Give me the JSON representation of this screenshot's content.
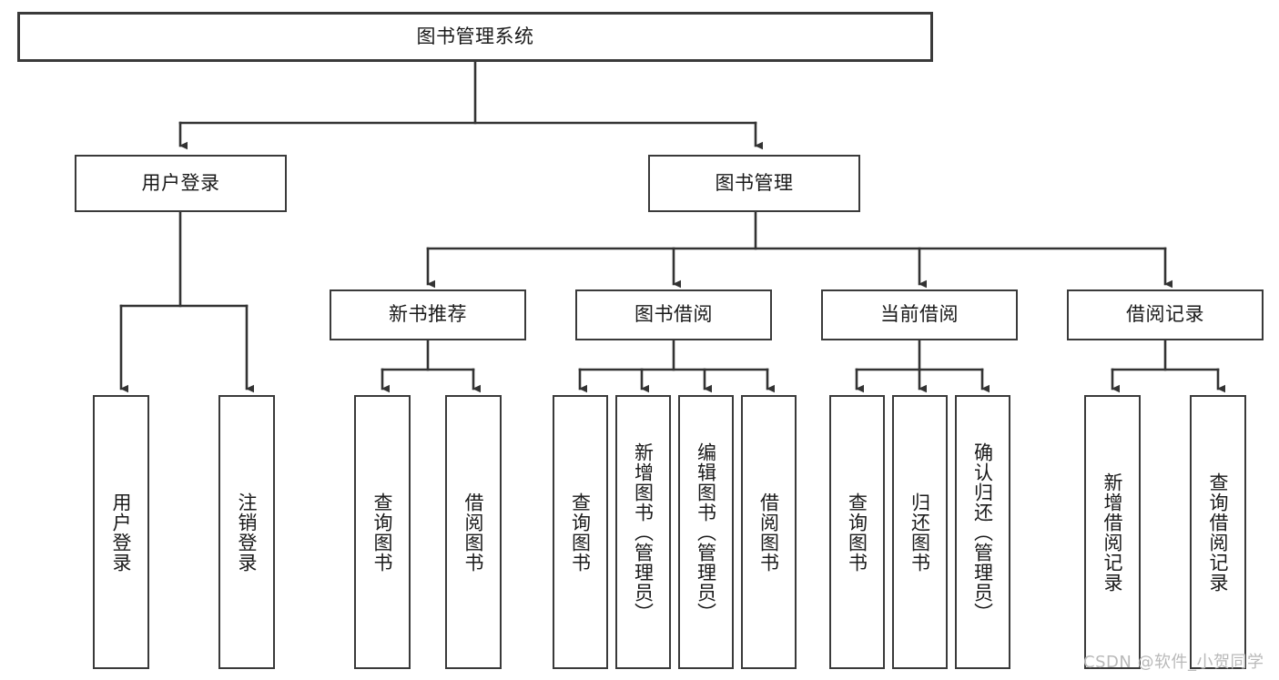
{
  "diagram": {
    "type": "tree-hierarchy-chart",
    "title": "图书管理系统",
    "orientation": "top-down",
    "colors": {
      "background": "#ffffff",
      "box_border": "#3a3a3a",
      "box_fill": "#ffffff",
      "connector": "#333333",
      "text": "#1a1a1a",
      "watermark": "#b9b9b9"
    },
    "watermark": "CSDN @软件_小贺同学",
    "root": {
      "id": "root",
      "label": "图书管理系统",
      "level": 0,
      "orient": "horizontal"
    },
    "level1": [
      {
        "id": "user-login",
        "label": "用户登录",
        "orient": "horizontal"
      },
      {
        "id": "book-manage",
        "label": "图书管理",
        "orient": "horizontal"
      }
    ],
    "level2": [
      {
        "id": "new-book-recommend",
        "label": "新书推荐",
        "parent": "book-manage",
        "orient": "horizontal"
      },
      {
        "id": "book-borrow",
        "label": "图书借阅",
        "parent": "book-manage",
        "orient": "horizontal"
      },
      {
        "id": "current-borrow",
        "label": "当前借阅",
        "parent": "book-manage",
        "orient": "horizontal"
      },
      {
        "id": "borrow-record",
        "label": "借阅记录",
        "parent": "book-manage",
        "orient": "horizontal"
      }
    ],
    "leaves": [
      {
        "id": "leaf-user-login",
        "label": "用户登录",
        "parent": "user-login",
        "orient": "vertical"
      },
      {
        "id": "leaf-logout-login",
        "label": "注销登录",
        "parent": "user-login",
        "orient": "vertical"
      },
      {
        "id": "leaf-query-book-new",
        "label": "查询图书",
        "parent": "new-book-recommend",
        "orient": "vertical"
      },
      {
        "id": "leaf-borrow-book-new",
        "label": "借阅图书",
        "parent": "new-book-recommend",
        "orient": "vertical"
      },
      {
        "id": "leaf-query-book-borrow",
        "label": "查询图书",
        "parent": "book-borrow",
        "orient": "vertical"
      },
      {
        "id": "leaf-add-book",
        "label": "新增图书（管理员）",
        "parent": "book-borrow",
        "orient": "vertical"
      },
      {
        "id": "leaf-edit-book",
        "label": "编辑图书（管理员）",
        "parent": "book-borrow",
        "orient": "vertical"
      },
      {
        "id": "leaf-borrow-book",
        "label": "借阅图书",
        "parent": "book-borrow",
        "orient": "vertical"
      },
      {
        "id": "leaf-query-book-current",
        "label": "查询图书",
        "parent": "current-borrow",
        "orient": "vertical"
      },
      {
        "id": "leaf-return-book",
        "label": "归还图书",
        "parent": "current-borrow",
        "orient": "vertical"
      },
      {
        "id": "leaf-confirm-return",
        "label": "确认归还（管理员）",
        "parent": "current-borrow",
        "orient": "vertical"
      },
      {
        "id": "leaf-add-record",
        "label": "新增借阅记录",
        "parent": "borrow-record",
        "orient": "vertical"
      },
      {
        "id": "leaf-query-record",
        "label": "查询借阅记录",
        "parent": "borrow-record",
        "orient": "vertical"
      }
    ]
  }
}
